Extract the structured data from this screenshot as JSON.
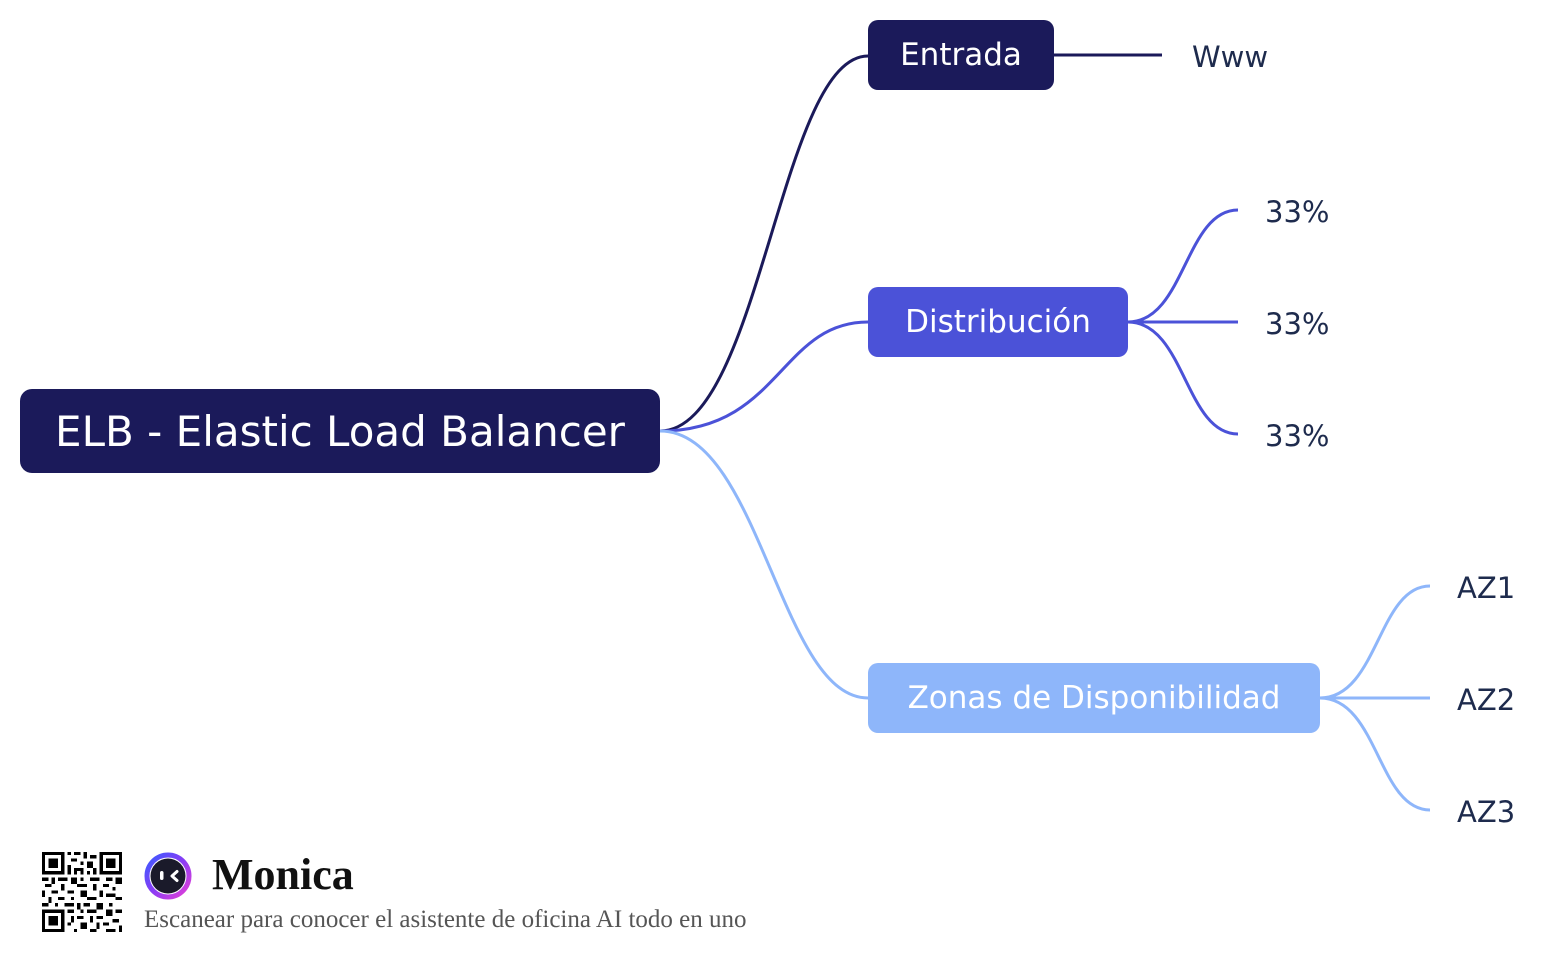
{
  "mindmap": {
    "root": {
      "label": "ELB - Elastic Load Balancer"
    },
    "branches": [
      {
        "label": "Entrada",
        "color": "#1b1a5a",
        "children": [
          "Www"
        ]
      },
      {
        "label": "Distribución",
        "color": "#4b52d8",
        "children": [
          "33%",
          "33%",
          "33%"
        ]
      },
      {
        "label": "Zonas de Disponibilidad",
        "color": "#8eb6fa",
        "children": [
          "AZ1",
          "AZ2",
          "AZ3"
        ]
      }
    ]
  },
  "footer": {
    "brand": "Monica",
    "tagline": "Escanear para conocer el asistente de oficina AI todo en uno",
    "logo_icon": "monica-face-icon",
    "qr_icon": "qr-code-icon"
  }
}
